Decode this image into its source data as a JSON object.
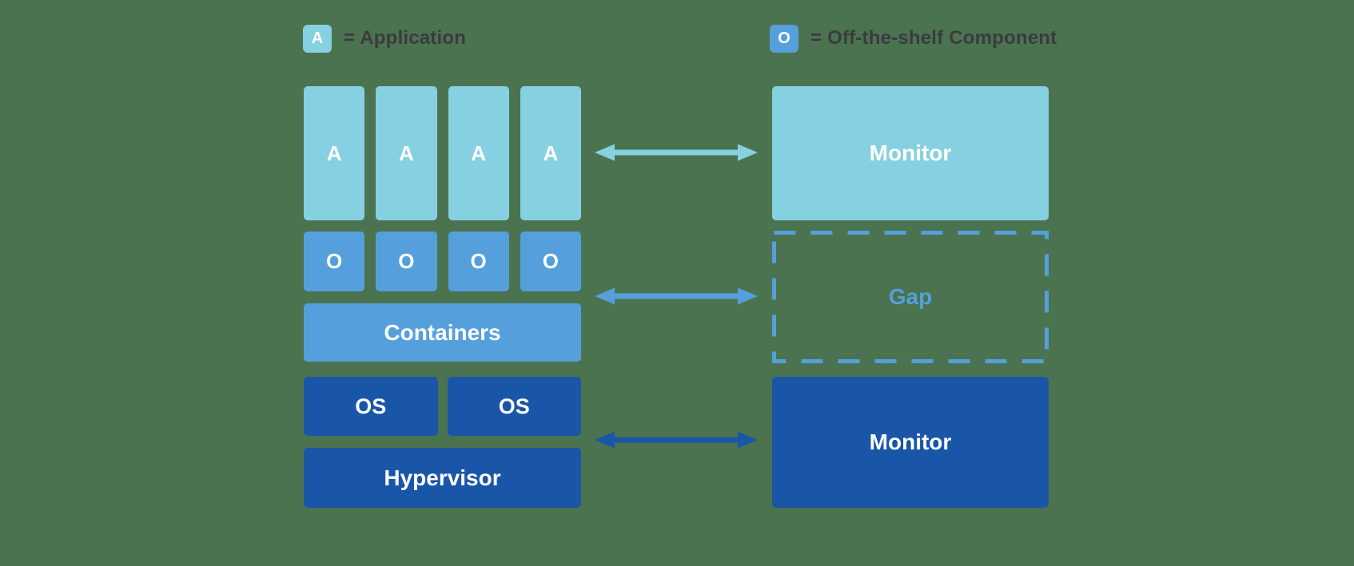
{
  "colors": {
    "background": "#4b7350",
    "light_cyan": "#86d1e1",
    "medium_blue": "#55a0dc",
    "dark_blue": "#1a56a8",
    "legend_text": "#3a3b3f",
    "box_text": "#ffffff"
  },
  "legend": {
    "application": {
      "chip": "A",
      "label": "= Application"
    },
    "off_the_shelf": {
      "chip": "O",
      "label": "= Off-the-shelf Component"
    }
  },
  "left_stack": {
    "app_boxes": [
      "A",
      "A",
      "A",
      "A"
    ],
    "ots_boxes": [
      "O",
      "O",
      "O",
      "O"
    ],
    "containers_label": "Containers",
    "os_boxes": [
      "OS",
      "OS"
    ],
    "hypervisor_label": "Hypervisor"
  },
  "right_stack": {
    "monitor_top_label": "Monitor",
    "gap_label": "Gap",
    "monitor_bottom_label": "Monitor"
  }
}
